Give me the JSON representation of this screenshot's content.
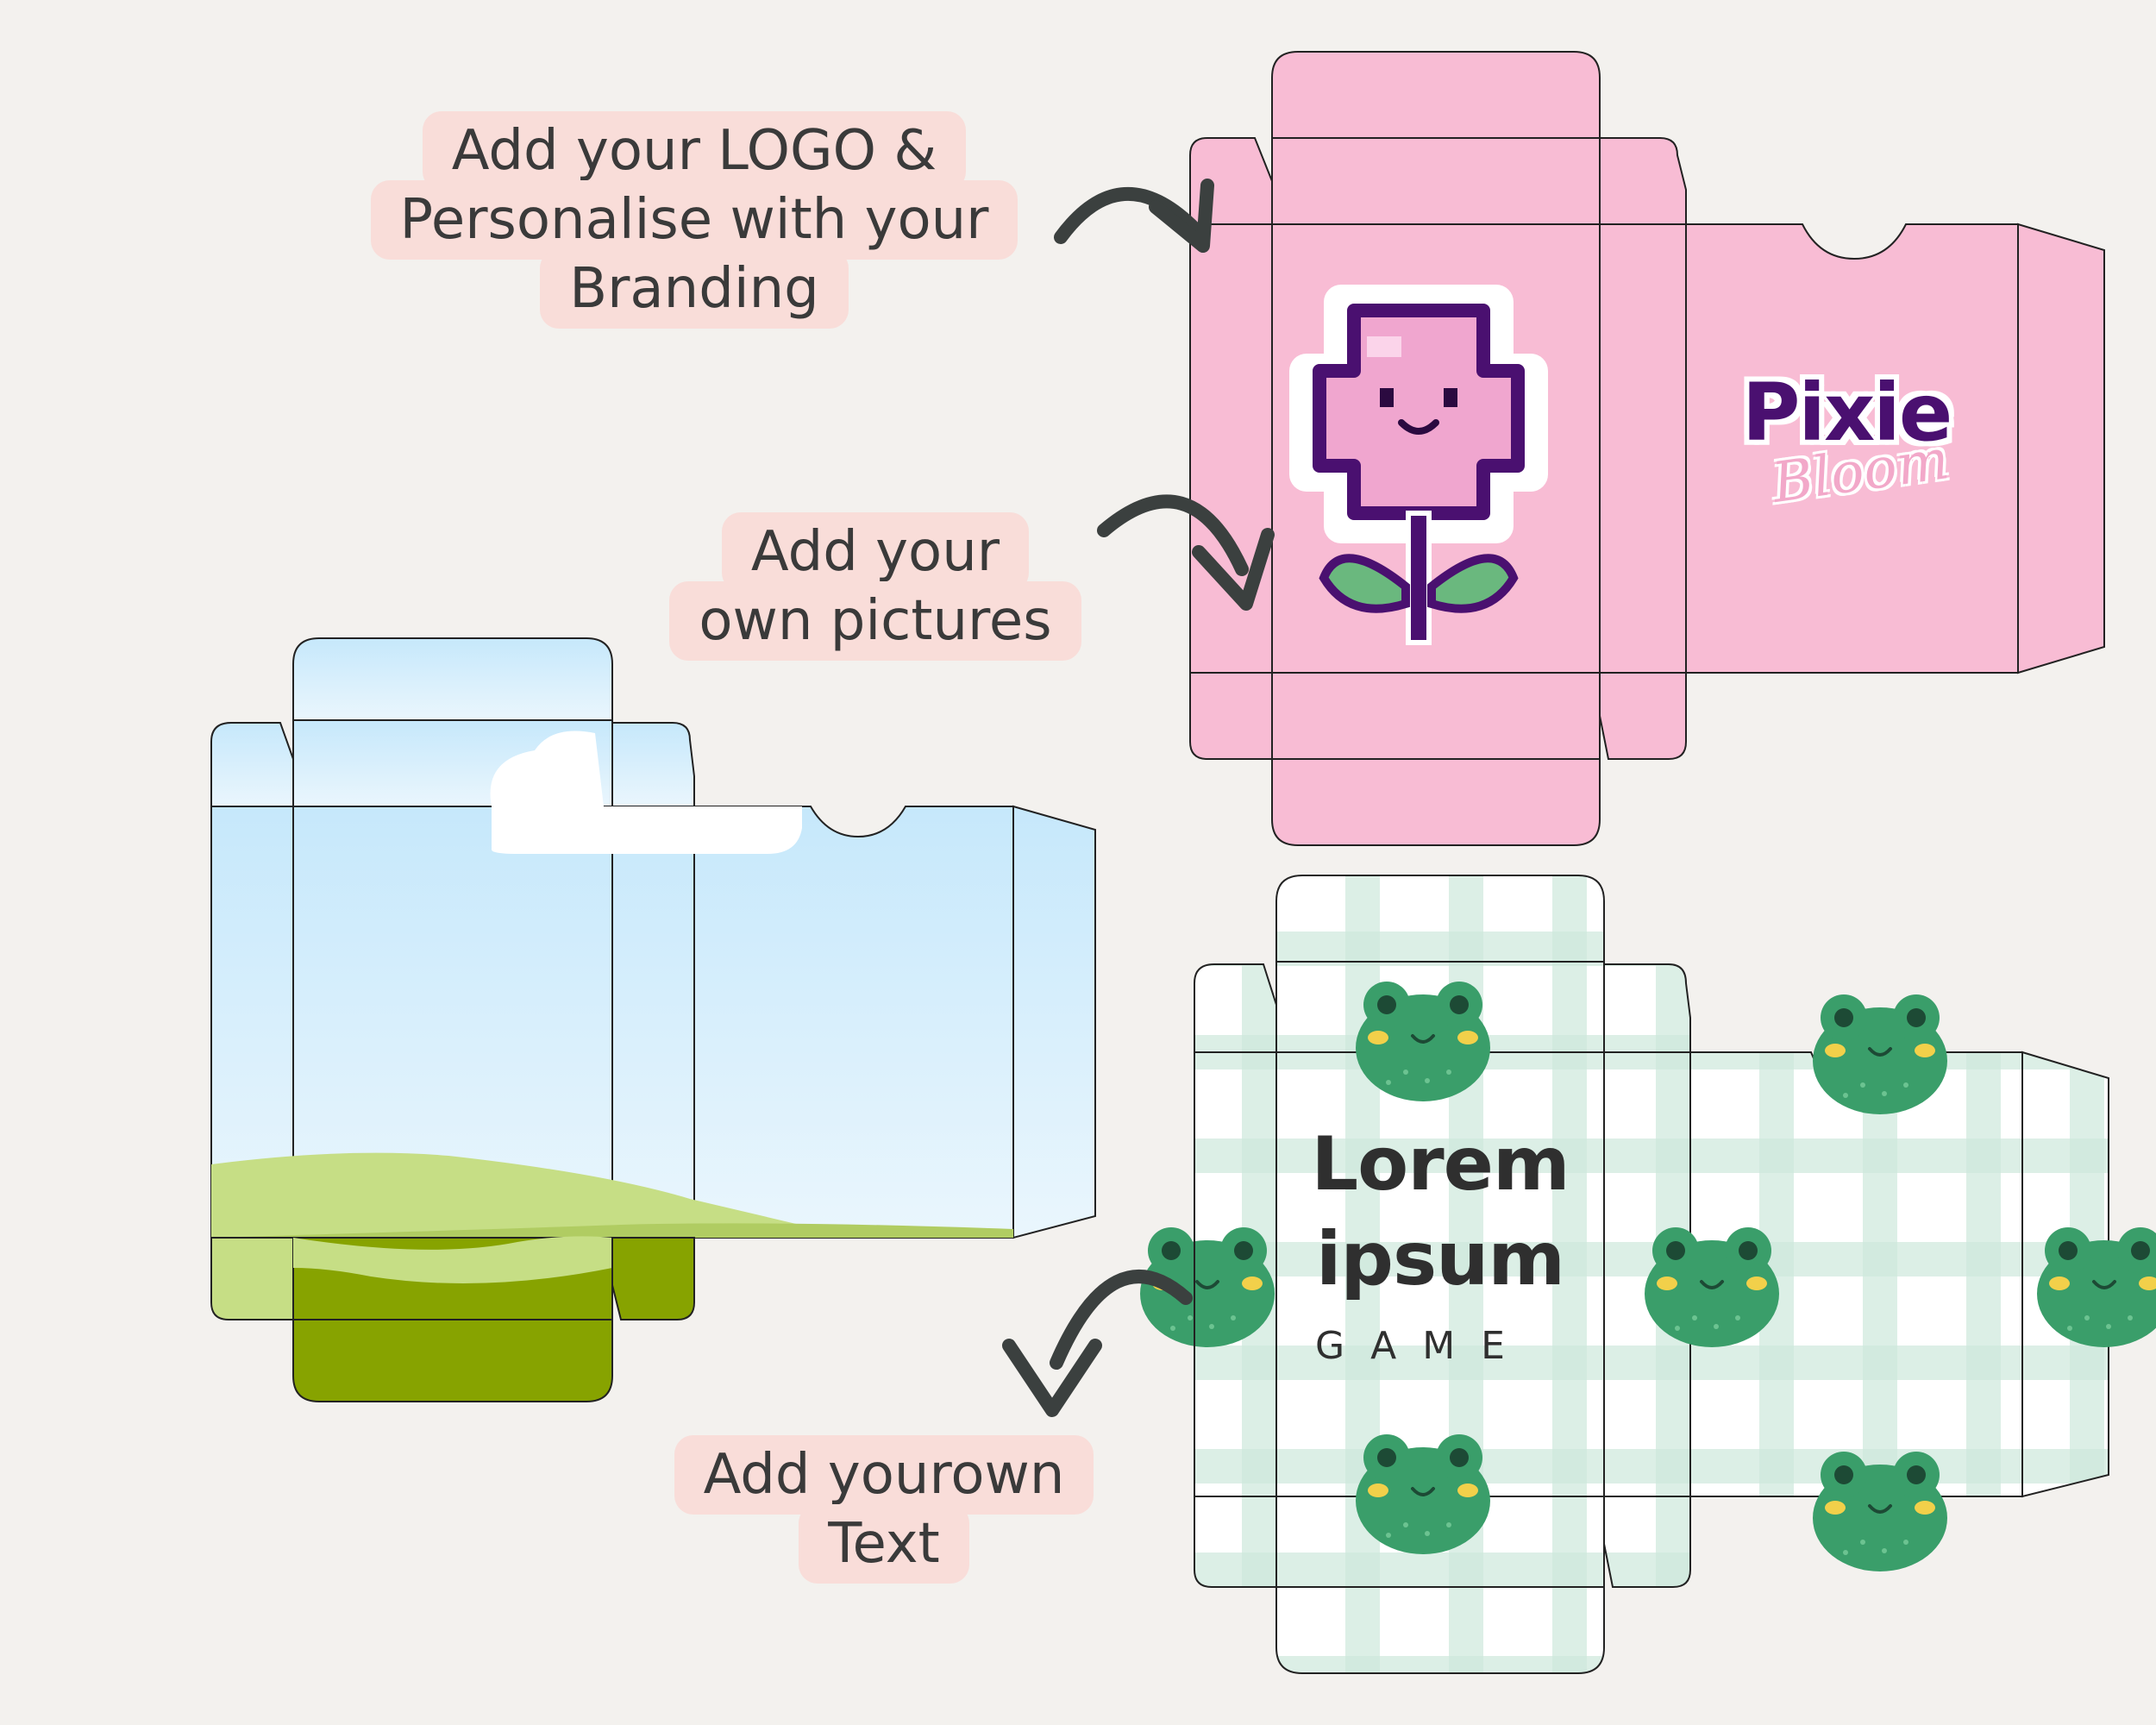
{
  "callouts": {
    "logo": {
      "lines": [
        "Add your LOGO &",
        "Personalise with your",
        "Branding"
      ]
    },
    "pictures": {
      "lines": [
        "Add your",
        "own pictures"
      ]
    },
    "text": {
      "lines": [
        "Add yourown",
        "Text"
      ]
    }
  },
  "branding": {
    "brand_primary": "Pixie",
    "brand_secondary": "Bloom"
  },
  "game_box": {
    "title_line1": "Lorem",
    "title_line2": "ipsum",
    "subtitle": "GAME"
  },
  "colors": {
    "pink_box": "#f8bcd4",
    "sky_top": "#c6e8fb",
    "sky_bottom": "#e6f4fd",
    "grass_light": "#c6de85",
    "grass_dark": "#87a300",
    "gingham": "#cde9dc",
    "frog": "#3a9e6a",
    "arrow": "#3b403f",
    "callout_bg": "#f9ddd9"
  },
  "icons": [
    "flower-icon",
    "frog-icon",
    "curved-arrow-icon"
  ]
}
